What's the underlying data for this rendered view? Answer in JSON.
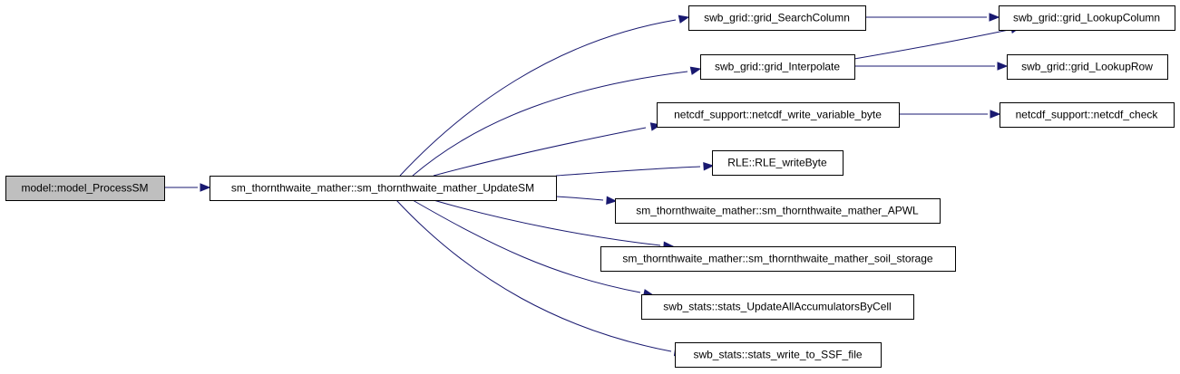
{
  "graph": {
    "colors": {
      "node_fill": "#ffffff",
      "root_fill": "#bfbfbf",
      "node_border": "#000000",
      "edge": "#191970"
    },
    "nodes": [
      {
        "id": "model_ProcessSM",
        "label": "model::model_ProcessSM",
        "root": true
      },
      {
        "id": "UpdateSM",
        "label": "sm_thornthwaite_mather::sm_thornthwaite_mather_UpdateSM"
      },
      {
        "id": "grid_SearchColumn",
        "label": "swb_grid::grid_SearchColumn"
      },
      {
        "id": "grid_Interpolate",
        "label": "swb_grid::grid_Interpolate"
      },
      {
        "id": "netcdf_write_variable_byte",
        "label": "netcdf_support::netcdf_write_variable_byte"
      },
      {
        "id": "RLE_writeByte",
        "label": "RLE::RLE_writeByte"
      },
      {
        "id": "APWL",
        "label": "sm_thornthwaite_mather::sm_thornthwaite_mather_APWL"
      },
      {
        "id": "soil_storage",
        "label": "sm_thornthwaite_mather::sm_thornthwaite_mather_soil_storage"
      },
      {
        "id": "stats_UpdateAllAccumulatorsByCell",
        "label": "swb_stats::stats_UpdateAllAccumulatorsByCell"
      },
      {
        "id": "stats_write_to_SSF_file",
        "label": "swb_stats::stats_write_to_SSF_file"
      },
      {
        "id": "grid_LookupColumn",
        "label": "swb_grid::grid_LookupColumn"
      },
      {
        "id": "grid_LookupRow",
        "label": "swb_grid::grid_LookupRow"
      },
      {
        "id": "netcdf_check",
        "label": "netcdf_support::netcdf_check"
      }
    ],
    "edges": [
      {
        "from": "model_ProcessSM",
        "to": "UpdateSM"
      },
      {
        "from": "UpdateSM",
        "to": "grid_SearchColumn"
      },
      {
        "from": "UpdateSM",
        "to": "grid_Interpolate"
      },
      {
        "from": "UpdateSM",
        "to": "netcdf_write_variable_byte"
      },
      {
        "from": "UpdateSM",
        "to": "RLE_writeByte"
      },
      {
        "from": "UpdateSM",
        "to": "APWL"
      },
      {
        "from": "UpdateSM",
        "to": "soil_storage"
      },
      {
        "from": "UpdateSM",
        "to": "stats_UpdateAllAccumulatorsByCell"
      },
      {
        "from": "UpdateSM",
        "to": "stats_write_to_SSF_file"
      },
      {
        "from": "grid_SearchColumn",
        "to": "grid_LookupColumn"
      },
      {
        "from": "grid_Interpolate",
        "to": "grid_LookupColumn"
      },
      {
        "from": "grid_Interpolate",
        "to": "grid_LookupRow"
      },
      {
        "from": "netcdf_write_variable_byte",
        "to": "netcdf_check"
      }
    ]
  }
}
